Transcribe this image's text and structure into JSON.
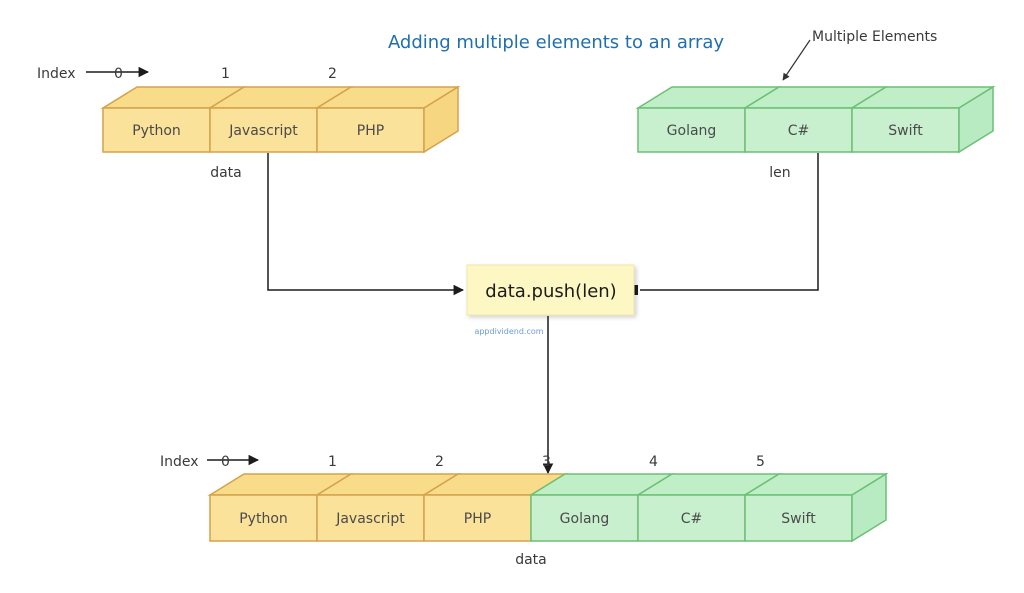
{
  "title": "Adding multiple elements to an array",
  "annotation": "Multiple Elements",
  "colors": {
    "yellow_fill": "#fae29a",
    "yellow_top": "#f8dc8a",
    "yellow_stroke": "#d4a24c",
    "green_fill": "#c8f0cf",
    "green_top": "#bfeec7",
    "green_stroke": "#6cbf76",
    "title": "#1f6fb0",
    "func_box": "#fdf7c3"
  },
  "source_array": {
    "index_label": "Index",
    "indices": [
      "0",
      "1",
      "2"
    ],
    "items": [
      "Python",
      "Javascript",
      "PHP"
    ],
    "name": "data"
  },
  "new_array": {
    "items": [
      "Golang",
      "C#",
      "Swift"
    ],
    "name": "len"
  },
  "operation": {
    "code": "data.push(len)",
    "watermark": "appdividend.com"
  },
  "result_array": {
    "index_label": "Index",
    "indices": [
      "0",
      "1",
      "2",
      "3",
      "4",
      "5"
    ],
    "items": [
      "Python",
      "Javascript",
      "PHP",
      "Golang",
      "C#",
      "Swift"
    ],
    "groups": [
      "yellow",
      "yellow",
      "yellow",
      "green",
      "green",
      "green"
    ],
    "name": "data"
  }
}
